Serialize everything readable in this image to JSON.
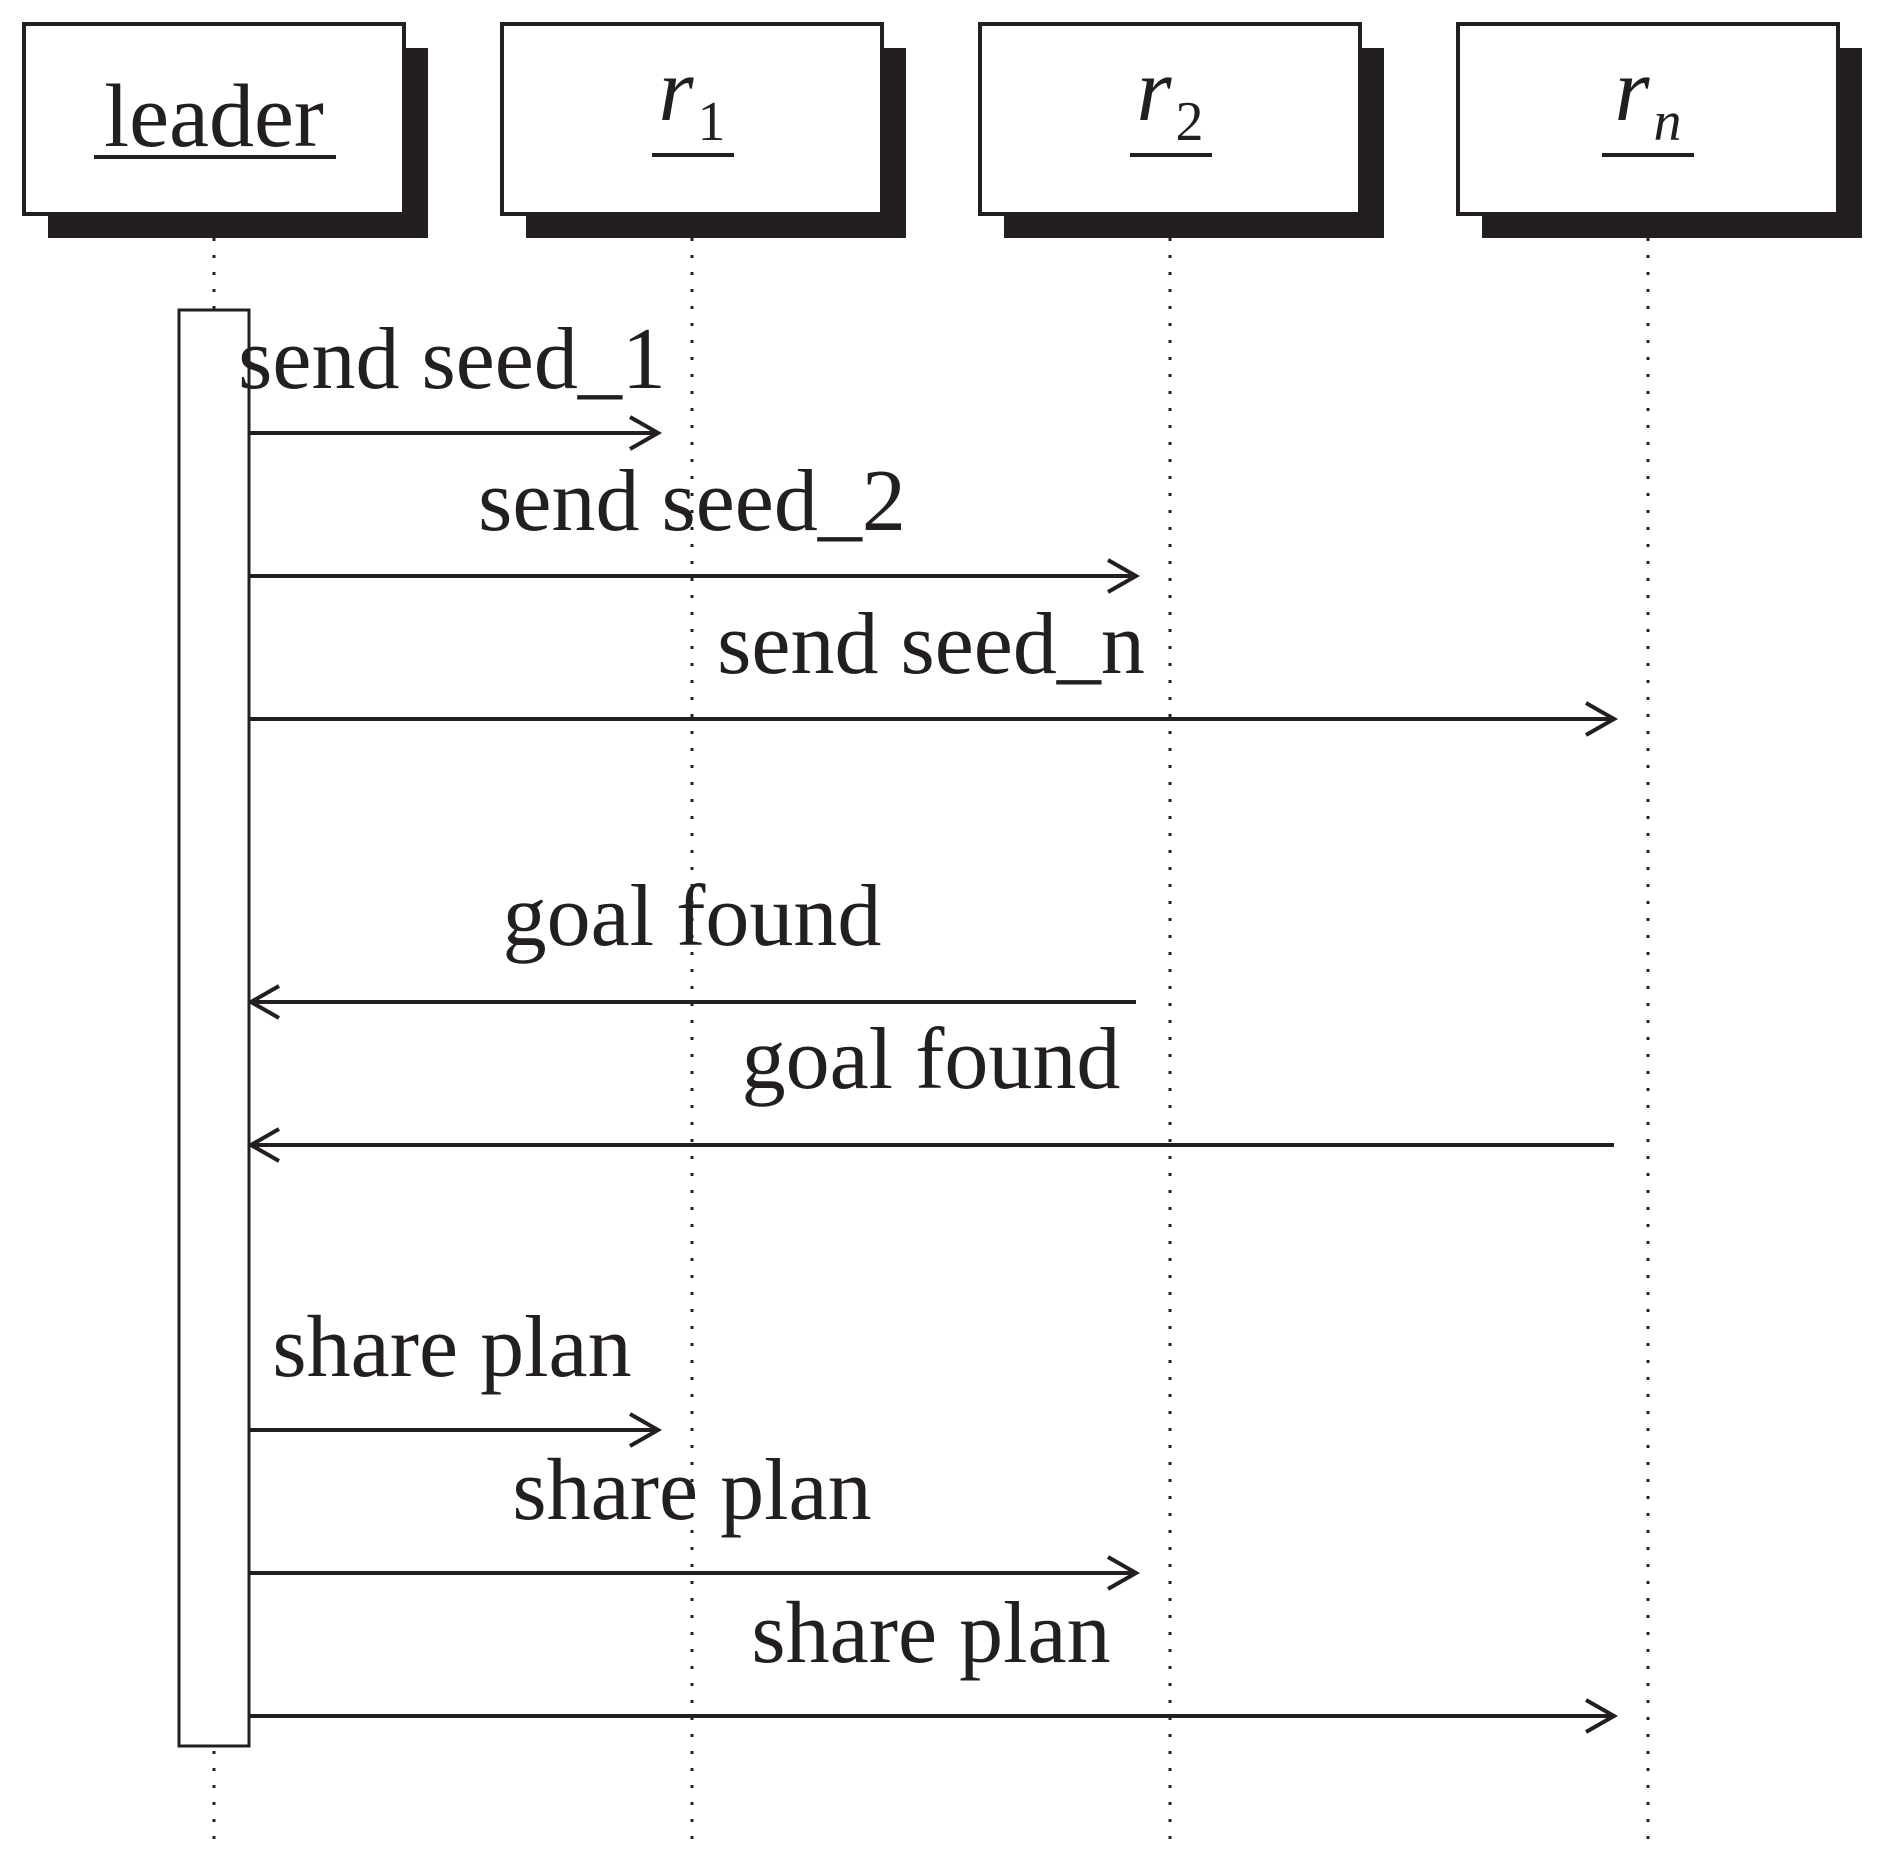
{
  "diagram": {
    "type": "sequence",
    "participants": [
      {
        "id": "leader",
        "label": "leader",
        "math": false
      },
      {
        "id": "r1",
        "label": "r",
        "subscript": "1",
        "math": true
      },
      {
        "id": "r2",
        "label": "r",
        "subscript": "2",
        "math": true
      },
      {
        "id": "rn",
        "label": "r",
        "subscript": "n",
        "math": true
      }
    ],
    "messages": [
      {
        "label": "send seed_1",
        "from": "leader",
        "to": "r1"
      },
      {
        "label": "send seed_2",
        "from": "leader",
        "to": "r2"
      },
      {
        "label": "send seed_n",
        "from": "leader",
        "to": "rn"
      },
      {
        "label": "goal found",
        "from": "r2",
        "to": "leader"
      },
      {
        "label": "goal found",
        "from": "rn",
        "to": "leader"
      },
      {
        "label": "share plan",
        "from": "leader",
        "to": "r1"
      },
      {
        "label": "share plan",
        "from": "leader",
        "to": "r2"
      },
      {
        "label": "share plan",
        "from": "leader",
        "to": "rn"
      }
    ],
    "colors": {
      "ink": "#231f20",
      "background": "#ffffff"
    }
  }
}
